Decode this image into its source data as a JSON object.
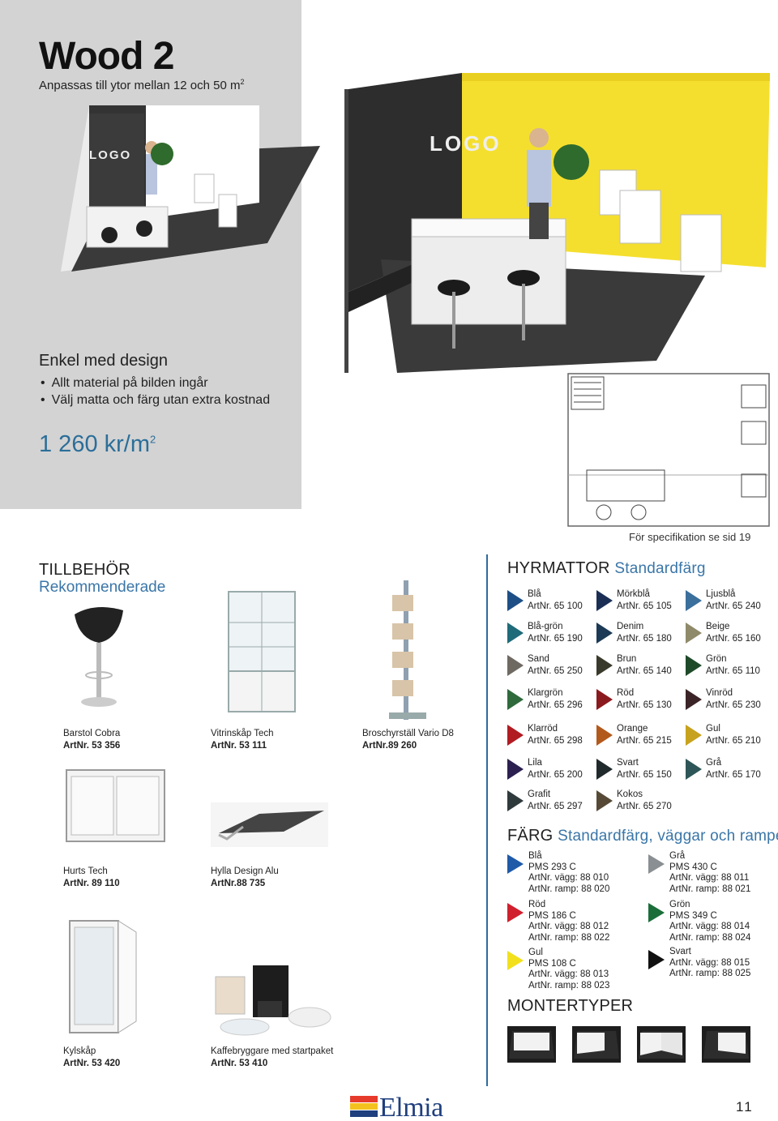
{
  "hero": {
    "title": "Wood 2",
    "subtitle": "Anpassas till ytor mellan 12 och 50 m",
    "subtitle_sup": "2",
    "design_heading": "Enkel med design",
    "bullets": [
      "Allt material på bilden ingår",
      "Välj matta och färg utan extra kostnad"
    ],
    "price": "1 260 kr/m",
    "price_sup": "2",
    "booth_logo": "LOGO"
  },
  "spec_note": "För specifikation se sid 19",
  "accessories": {
    "title": "TILLBEHÖR",
    "subtitle": "Rekommenderade",
    "items": [
      {
        "name": "Barstol Cobra",
        "art": "ArtNr. 53 356"
      },
      {
        "name": "Vitrinskåp Tech",
        "art": "ArtNr. 53 111"
      },
      {
        "name": "Broschyrställ Vario D8",
        "art": "ArtNr.89 260"
      },
      {
        "name": "Hurts Tech",
        "art": "ArtNr. 89 110"
      },
      {
        "name": "Hylla Design Alu",
        "art": "ArtNr.88 735"
      },
      {
        "name": "Kylskåp",
        "art": "ArtNr. 53 420"
      },
      {
        "name": "Kaffebryggare med startpaket",
        "art": "ArtNr. 53 410"
      }
    ]
  },
  "carpets": {
    "title": "HYRMATTOR",
    "subtitle": "Standardfärg",
    "items": [
      {
        "name": "Blå",
        "art": "ArtNr. 65 100",
        "color": "#1d4f86"
      },
      {
        "name": "Mörkblå",
        "art": "ArtNr. 65 105",
        "color": "#1b2f55"
      },
      {
        "name": "Ljusblå",
        "art": "ArtNr. 65 240",
        "color": "#3b6f9c"
      },
      {
        "name": "Blå-grön",
        "art": "ArtNr. 65 190",
        "color": "#1f6b7a"
      },
      {
        "name": "Denim",
        "art": "ArtNr. 65 180",
        "color": "#1c3a55"
      },
      {
        "name": "Beige",
        "art": "ArtNr. 65 160",
        "color": "#8f8a6a"
      },
      {
        "name": "Sand",
        "art": "ArtNr. 65 250",
        "color": "#6e6a62"
      },
      {
        "name": "Brun",
        "art": "ArtNr. 65 140",
        "color": "#3a3a2c"
      },
      {
        "name": "Grön",
        "art": "ArtNr. 65 110",
        "color": "#1f4a2a"
      },
      {
        "name": "Klargrön",
        "art": "ArtNr. 65  296",
        "color": "#2f6a3c"
      },
      {
        "name": "Röd",
        "art": "ArtNr. 65 130",
        "color": "#8b1a1e"
      },
      {
        "name": "Vinröd",
        "art": "ArtNr. 65 230",
        "color": "#3b2428"
      },
      {
        "name": "Klarröd",
        "art": "ArtNr. 65 298",
        "color": "#b01c22"
      },
      {
        "name": "Orange",
        "art": "ArtNr. 65 215",
        "color": "#b25a1c"
      },
      {
        "name": "Gul",
        "art": "ArtNr. 65 210",
        "color": "#c7a21e"
      },
      {
        "name": "Lila",
        "art": "ArtNr. 65 200",
        "color": "#2c2050"
      },
      {
        "name": "Svart",
        "art": "ArtNr. 65 150",
        "color": "#202a2c"
      },
      {
        "name": "Grå",
        "art": "ArtNr. 65 170",
        "color": "#2e5658"
      },
      {
        "name": "Grafit",
        "art": "ArtNr. 65 297",
        "color": "#2f3a3d"
      },
      {
        "name": "Kokos",
        "art": "ArtNr. 65 270",
        "color": "#564a36"
      }
    ]
  },
  "colors": {
    "title": "FÄRG",
    "subtitle": "Standardfärg, väggar och ramper",
    "items": [
      {
        "name": "Blå",
        "pms": "PMS 293 C",
        "wall": "ArtNr. vägg: 88 010",
        "ramp": "ArtNr. ramp: 88 020",
        "color": "#1f5aa8"
      },
      {
        "name": "Grå",
        "pms": "PMS 430 C",
        "wall": "ArtNr. vägg: 88 011",
        "ramp": "ArtNr. ramp: 88 021",
        "color": "#8a8f93"
      },
      {
        "name": "Röd",
        "pms": "PMS 186 C",
        "wall": "ArtNr. vägg: 88 012",
        "ramp": "ArtNr. ramp: 88 022",
        "color": "#d0202e"
      },
      {
        "name": "Grön",
        "pms": "PMS 349 C",
        "wall": "ArtNr. vägg: 88 014",
        "ramp": "ArtNr. ramp: 88 024",
        "color": "#1b6e3a"
      },
      {
        "name": "Gul",
        "pms": "PMS 108 C",
        "wall": "ArtNr. vägg: 88 013",
        "ramp": "ArtNr. ramp: 88 023",
        "color": "#f2e01c"
      },
      {
        "name": "Svart",
        "pms": "",
        "wall": "ArtNr. vägg: 88 015",
        "ramp": "ArtNr. ramp: 88 025",
        "color": "#111111"
      }
    ]
  },
  "montertyper": {
    "title": "MONTERTYPER"
  },
  "footer": {
    "logo": "Elmia",
    "page": "11"
  }
}
